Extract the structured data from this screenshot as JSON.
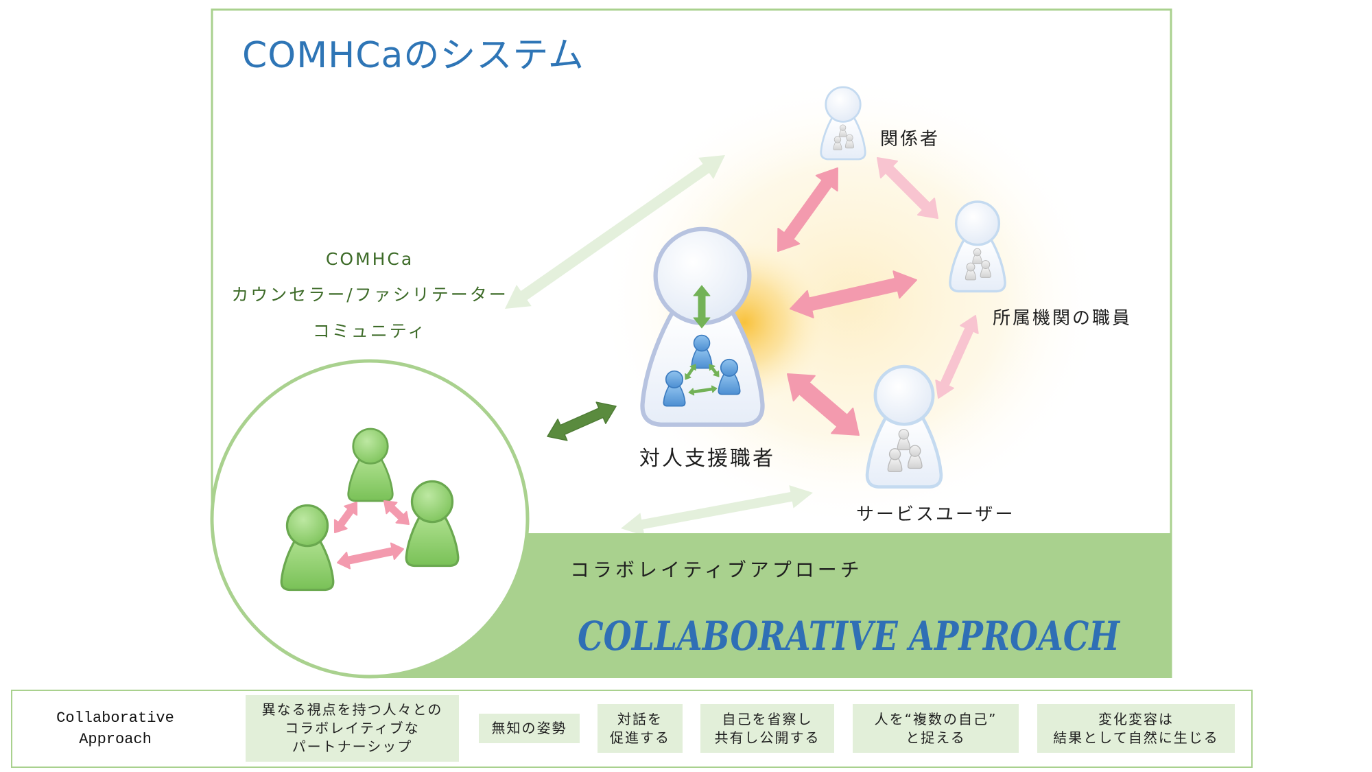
{
  "diagram": {
    "title": "COMHCaのシステム",
    "community_label": [
      "COMHCa",
      "カウンセラー/ファシリテーター",
      "コミュニティ"
    ],
    "helper_label": "対人支援職者",
    "nodes": {
      "stakeholders": "関係者",
      "staff": "所属機関の職員",
      "service_user": "サービスユーザー"
    },
    "approach_jp": "コラボレイティブアプローチ",
    "approach_en": "COLLABORATIVE APPROACH"
  },
  "legend": {
    "heading": [
      "Collaborative",
      "Approach"
    ],
    "items": [
      {
        "lines": [
          "異なる視点を持つ人々との",
          "コラボレイティブな",
          "パートナーシップ"
        ]
      },
      {
        "lines": [
          "無知の姿勢"
        ]
      },
      {
        "lines": [
          "対話を",
          "促進する"
        ]
      },
      {
        "lines": [
          "自己を省察し",
          "共有し公開する"
        ]
      },
      {
        "lines": [
          "人を“複数の自己”",
          "と捉える"
        ]
      },
      {
        "lines": [
          "変化変容は",
          "結果として自然に生じる"
        ]
      }
    ]
  },
  "colors": {
    "title_blue": "#2e75b6",
    "frame_green": "#a9d18e",
    "community_text": "#3d6b28",
    "relation_arrow_pink": "#f39aae",
    "community_arrow_green": "#5a8b3e",
    "legend_box_fill": "#e2efd9",
    "glow_yellow": "#f8bf33"
  },
  "icons": {
    "community_member": "person-icon",
    "helper": "person-icon",
    "inner_people": "mini-person-icon"
  }
}
